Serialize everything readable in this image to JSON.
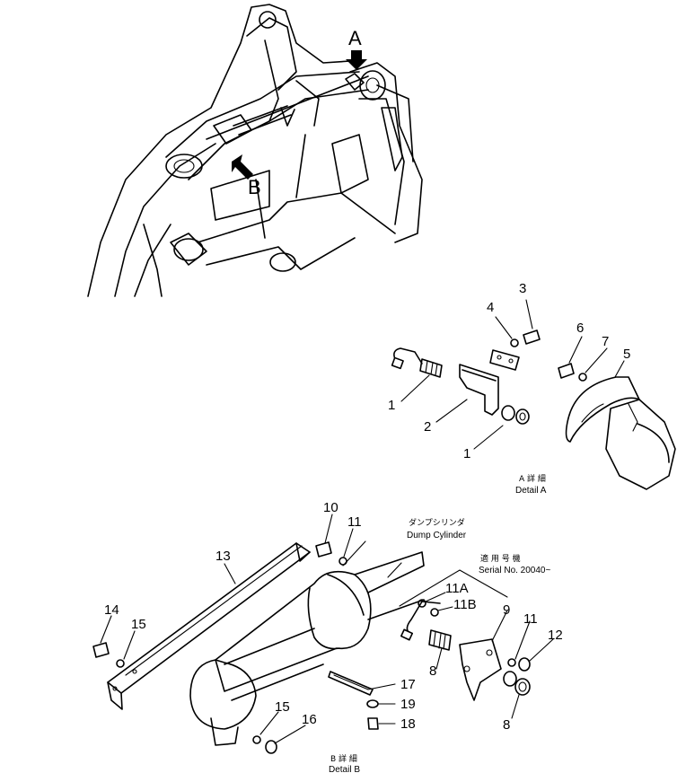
{
  "view_labels": {
    "a": "A",
    "b": "B"
  },
  "detail_a": {
    "jp": "A 詳 細",
    "en": "Detail A"
  },
  "detail_b": {
    "jp": "B 詳 細",
    "en": "Detail B"
  },
  "callout_dump": {
    "jp": "ダンプシリンダ",
    "en": "Dump Cylinder"
  },
  "callout_serial": {
    "jp": "適 用 号 機",
    "en": "Serial No. 20040~"
  },
  "parts_a": [
    "1",
    "2",
    "1",
    "3",
    "4",
    "5",
    "6",
    "7"
  ],
  "parts_b": [
    "10",
    "11",
    "13",
    "14",
    "15",
    "15",
    "16",
    "17",
    "18",
    "19",
    "11A",
    "11B",
    "9",
    "11",
    "12",
    "8",
    "8"
  ]
}
